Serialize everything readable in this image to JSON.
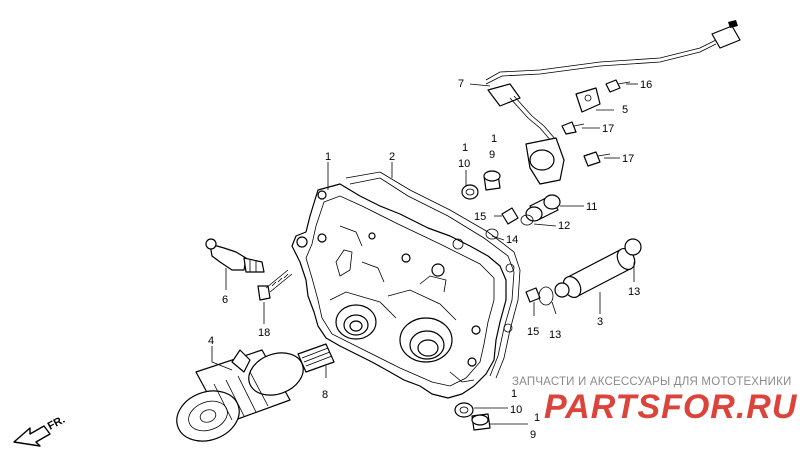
{
  "diagram": {
    "part_labels": [
      {
        "id": "c1",
        "text": "1"
      },
      {
        "id": "c2",
        "text": "2"
      },
      {
        "id": "c3",
        "text": "3"
      },
      {
        "id": "c4",
        "text": "4"
      },
      {
        "id": "c5",
        "text": "5"
      },
      {
        "id": "c6",
        "text": "6"
      },
      {
        "id": "c7",
        "text": "7"
      },
      {
        "id": "c8",
        "text": "8"
      },
      {
        "id": "c10a",
        "text": "10"
      },
      {
        "id": "c1a",
        "text": "1"
      },
      {
        "id": "c1b",
        "text": "1"
      },
      {
        "id": "c9a",
        "text": "9"
      },
      {
        "id": "c11",
        "text": "11"
      },
      {
        "id": "c12",
        "text": "12"
      },
      {
        "id": "c13a",
        "text": "13"
      },
      {
        "id": "c13b",
        "text": "13"
      },
      {
        "id": "c14",
        "text": "14"
      },
      {
        "id": "c15a",
        "text": "15"
      },
      {
        "id": "c15b",
        "text": "15"
      },
      {
        "id": "c16",
        "text": "16"
      },
      {
        "id": "c17a",
        "text": "17"
      },
      {
        "id": "c17b",
        "text": "17"
      },
      {
        "id": "c18",
        "text": "18"
      },
      {
        "id": "c1c",
        "text": "1"
      },
      {
        "id": "c10b",
        "text": "10"
      },
      {
        "id": "c1d",
        "text": "1"
      },
      {
        "id": "c9b",
        "text": "9"
      }
    ],
    "direction_label": "FR.",
    "watermark_caption": "ЗАПЧАСТИ И АКСЕССУАРЫ ДЛЯ МОТОТЕХНИКИ",
    "watermark_logo": "PARTSFOR.RU",
    "colors": {
      "ink": "#000000",
      "background": "#ffffff",
      "watermark_red": "#d9342b",
      "watermark_caption": "#8a8a8a"
    }
  }
}
